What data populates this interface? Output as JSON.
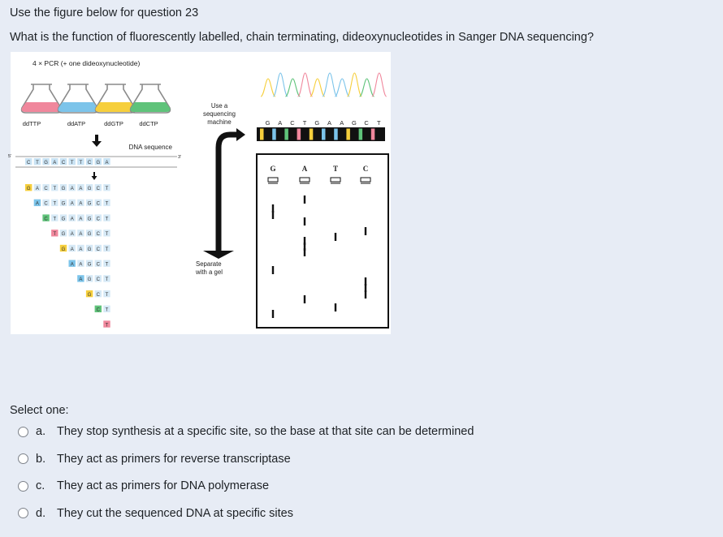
{
  "question": {
    "intro": "Use the figure below for question 23",
    "text": "What is the function of fluorescently labelled, chain terminating, dideoxynucleotides in Sanger DNA sequencing?"
  },
  "figure": {
    "pcr_title": "4 × PCR (+ one dideoxynucleotide)",
    "flasks": [
      {
        "label": "ddTTP",
        "color": "#f0879c"
      },
      {
        "label": "ddATP",
        "color": "#7cc4ea"
      },
      {
        "label": "ddGTP",
        "color": "#f6cf3c"
      },
      {
        "label": "ddCTP",
        "color": "#5fc37a"
      }
    ],
    "dna_sequence_label": "DNA sequence",
    "end5": "5'",
    "end3": "3'",
    "template": [
      "C",
      "T",
      "G",
      "A",
      "C",
      "T",
      "T",
      "C",
      "G",
      "A"
    ],
    "fragments": [
      "GACTGAAGCT",
      "ACTGAAGCT",
      "CTGAAGCT",
      "TGAAGCT",
      "GAAGCT",
      "AAGCT",
      "AGCT",
      "GCT",
      "CT",
      "T"
    ],
    "machine_label": [
      "Use a",
      "sequencing",
      "machine"
    ],
    "gel_label": [
      "Separate",
      "with a gel"
    ],
    "chromatogram_sequence": [
      "G",
      "A",
      "C",
      "T",
      "G",
      "A",
      "A",
      "G",
      "C",
      "T"
    ],
    "gel_lanes": [
      "G",
      "A",
      "T",
      "C"
    ],
    "base_colors": {
      "G": "#f6cf3c",
      "A": "#7cc4ea",
      "C": "#5fc37a",
      "T": "#f0879c"
    }
  },
  "answers": {
    "prompt": "Select one:",
    "options": [
      {
        "letter": "a.",
        "text": "They stop synthesis at a specific site, so the base at that site can be determined"
      },
      {
        "letter": "b.",
        "text": "They act as primers for reverse transcriptase"
      },
      {
        "letter": "c.",
        "text": "They act as primers for DNA polymerase"
      },
      {
        "letter": "d.",
        "text": "They cut the sequenced DNA at specific sites"
      }
    ]
  }
}
